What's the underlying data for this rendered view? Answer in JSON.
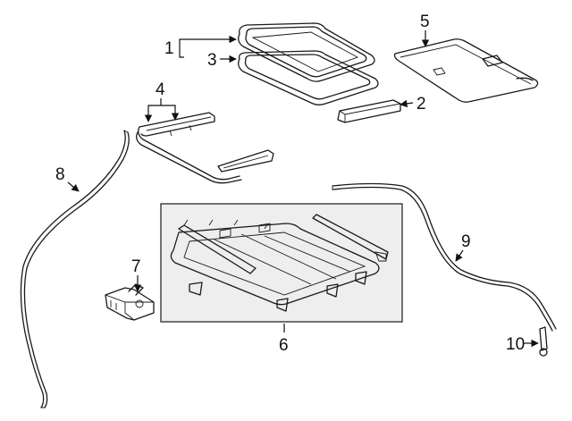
{
  "callouts": {
    "c1": "1",
    "c2": "2",
    "c3": "3",
    "c4": "4",
    "c5": "5",
    "c6": "6",
    "c7": "7",
    "c8": "8",
    "c9": "9",
    "c10": "10"
  },
  "colors": {
    "line": "#1a1a1a",
    "inset_fill": "#eeeeee",
    "background": "#ffffff"
  }
}
